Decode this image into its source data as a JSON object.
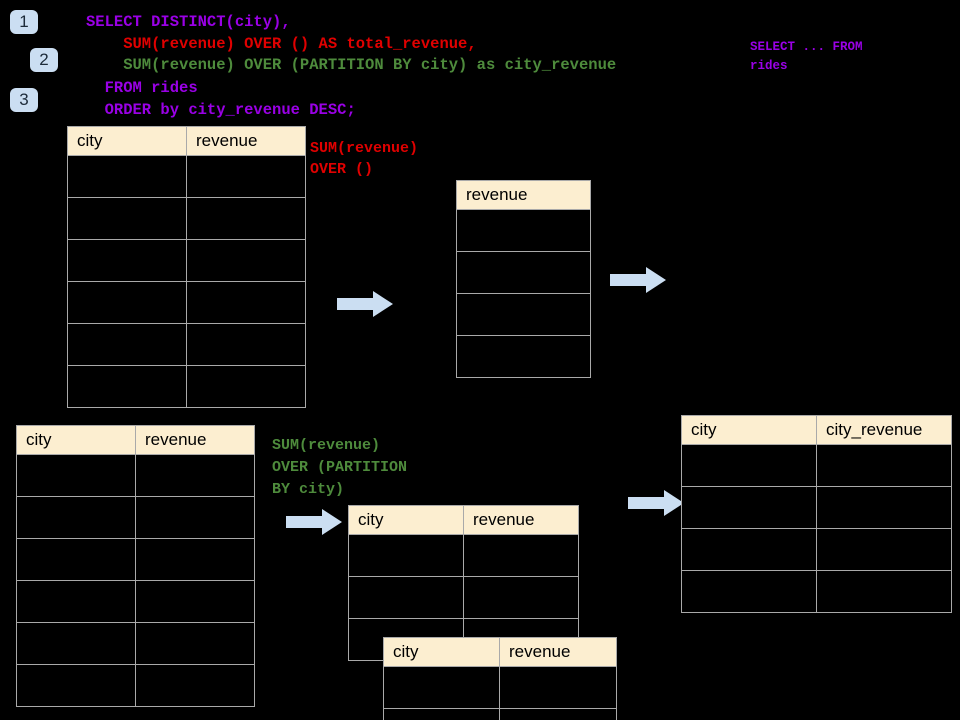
{
  "diagram": {
    "title": "SQL window function execution diagram",
    "background_color": "#000000",
    "accent_color": "#cbdef2",
    "header_fill": "#fceed0",
    "border_color": "#a9a9a9"
  },
  "steps": [
    {
      "id": "step-1",
      "label": "1"
    },
    {
      "id": "step-2",
      "label": "2"
    },
    {
      "id": "step-3",
      "label": "3"
    }
  ],
  "query": {
    "line1": "SELECT DISTINCT(city),",
    "line2": "    SUM(revenue) OVER () AS total_revenue,",
    "line3": "    SUM(revenue) OVER (PARTITION BY city) as city_revenue",
    "line4": "  FROM rides",
    "line5": "  ORDER by city_revenue DESC;",
    "colors": {
      "keyword": "#9a00e6",
      "total_revenue": "#e00000",
      "city_revenue": "#4e8b3c"
    }
  },
  "annotations": {
    "source_note": "SELECT ... FROM\nrides",
    "total_revenue_note": "SUM(revenue)\nOVER ()",
    "city_revenue_note": "SUM(revenue)\nOVER (PARTITION\nBY city)"
  },
  "tables": {
    "rides_top": {
      "name": "rides-table-top",
      "columns": [
        "city",
        "revenue"
      ],
      "row_count": 6,
      "rows": [
        [
          "",
          ""
        ],
        [
          "",
          ""
        ],
        [
          "",
          ""
        ],
        [
          "",
          ""
        ],
        [
          "",
          ""
        ],
        [
          "",
          ""
        ]
      ]
    },
    "total_revenue": {
      "name": "total-revenue-table",
      "columns": [
        "revenue"
      ],
      "row_count": 4,
      "rows": [
        [
          ""
        ],
        [
          ""
        ],
        [
          ""
        ],
        [
          ""
        ]
      ]
    },
    "rides_bottom": {
      "name": "rides-table-bottom",
      "columns": [
        "city",
        "revenue"
      ],
      "row_count": 6,
      "rows": [
        [
          "",
          ""
        ],
        [
          "",
          ""
        ],
        [
          "",
          ""
        ],
        [
          "",
          ""
        ],
        [
          "",
          ""
        ],
        [
          "",
          ""
        ]
      ]
    },
    "partition_back": {
      "name": "partition-table-back",
      "columns": [
        "city",
        "revenue"
      ],
      "row_count": 3,
      "rows": [
        [
          "",
          ""
        ],
        [
          "",
          ""
        ],
        [
          "",
          ""
        ]
      ]
    },
    "partition_front": {
      "name": "partition-table-front",
      "columns": [
        "city",
        "revenue"
      ],
      "row_count": 2,
      "rows": [
        [
          "",
          ""
        ],
        [
          "",
          ""
        ]
      ]
    },
    "result": {
      "name": "result-table",
      "columns": [
        "city",
        "city_revenue"
      ],
      "row_count": 4,
      "rows": [
        [
          "",
          ""
        ],
        [
          "",
          ""
        ],
        [
          "",
          ""
        ],
        [
          "",
          ""
        ]
      ]
    }
  },
  "arrows": [
    {
      "id": "arrow-1",
      "direction": "right"
    },
    {
      "id": "arrow-2",
      "direction": "right"
    },
    {
      "id": "arrow-3",
      "direction": "right"
    },
    {
      "id": "arrow-4",
      "direction": "right"
    }
  ]
}
